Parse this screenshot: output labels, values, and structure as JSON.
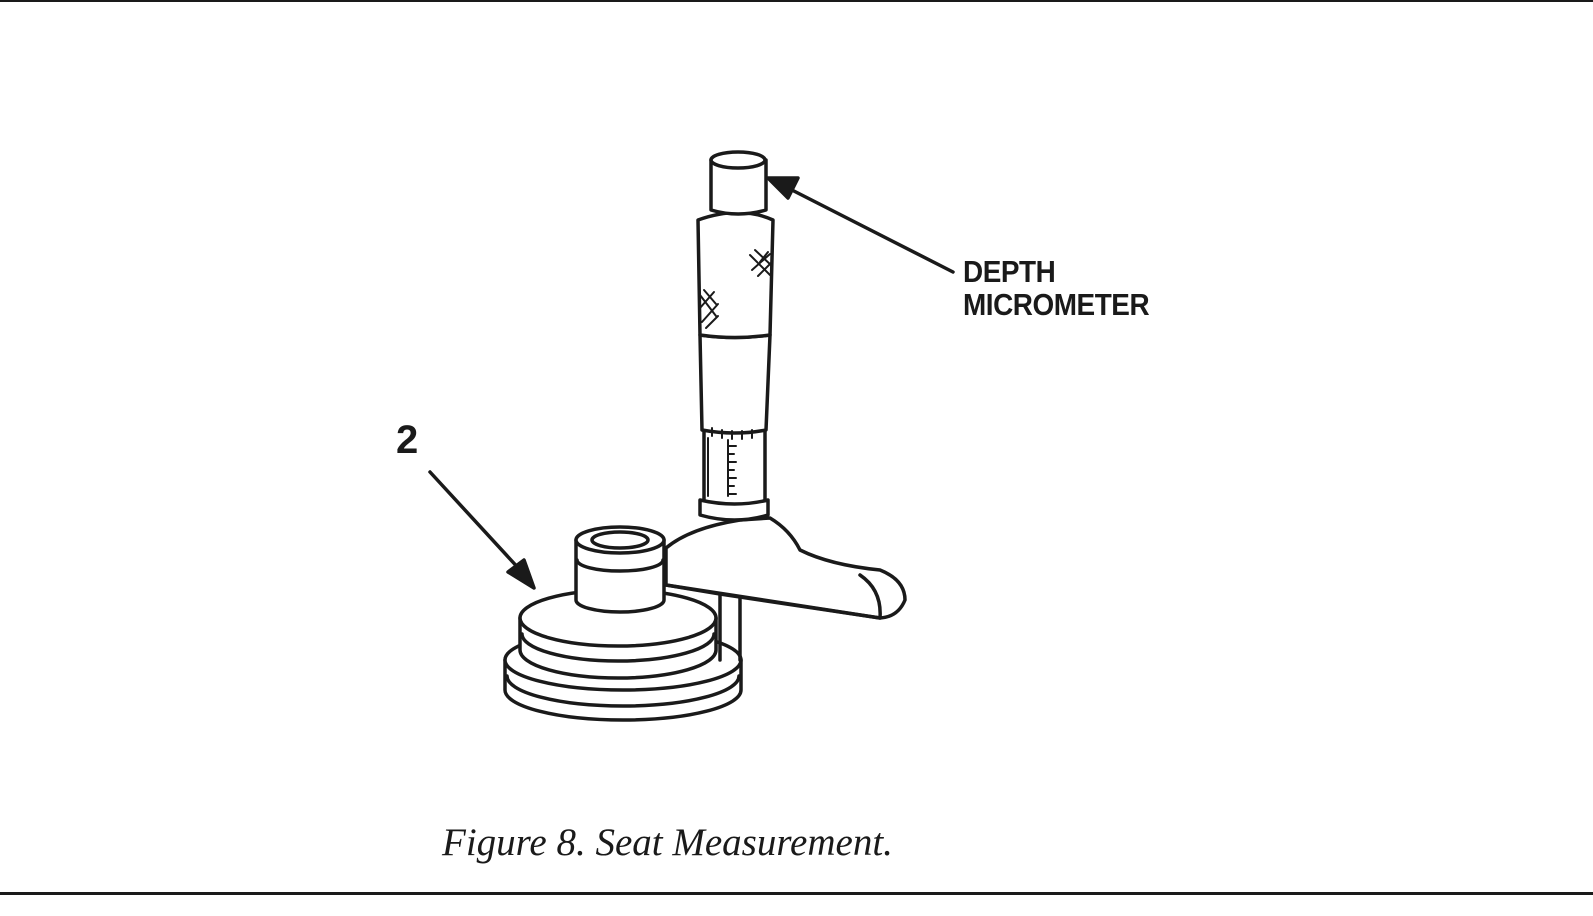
{
  "callouts": {
    "part_number": "2",
    "micrometer_line1": "DEPTH",
    "micrometer_line2": "MICROMETER"
  },
  "caption": "Figure 8. Seat Measurement.",
  "colors": {
    "ink": "#1a1a1a",
    "paper": "#ffffff"
  }
}
